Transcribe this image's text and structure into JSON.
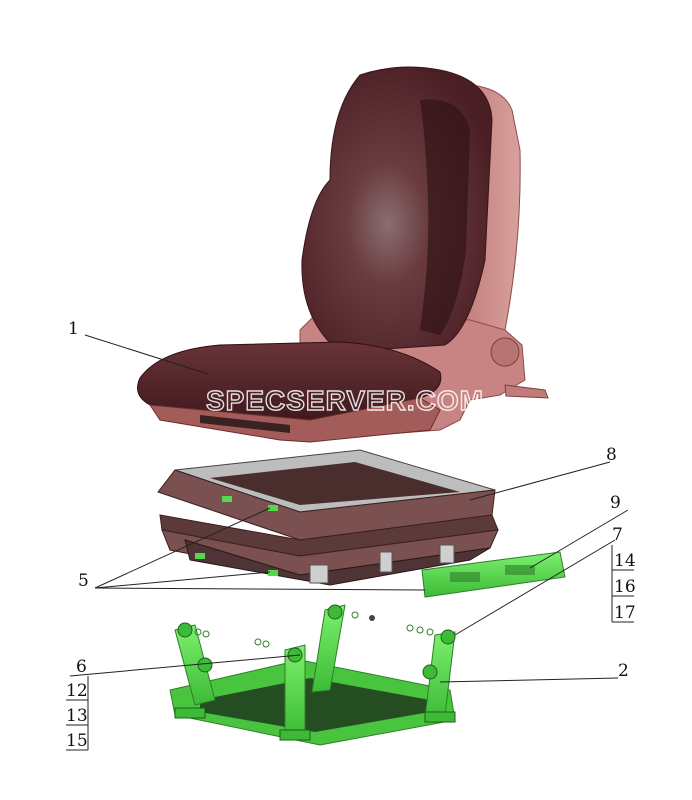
{
  "watermark": "SPECSERVER.COM",
  "callouts": {
    "c1": "1",
    "c2": "2",
    "c5": "5",
    "c6": "6",
    "c7": "7",
    "c8": "8",
    "c9": "9",
    "c12": "12",
    "c13": "13",
    "c14": "14",
    "c15": "15",
    "c16": "16",
    "c17": "17"
  },
  "colors": {
    "seat_dark": "#5a2a2c",
    "seat_frame": "#c98a86",
    "bellows": "#6e4848",
    "bellows_top": "#b9b9b9",
    "green": "#55d94a",
    "green_dark": "#2f7f2a"
  }
}
